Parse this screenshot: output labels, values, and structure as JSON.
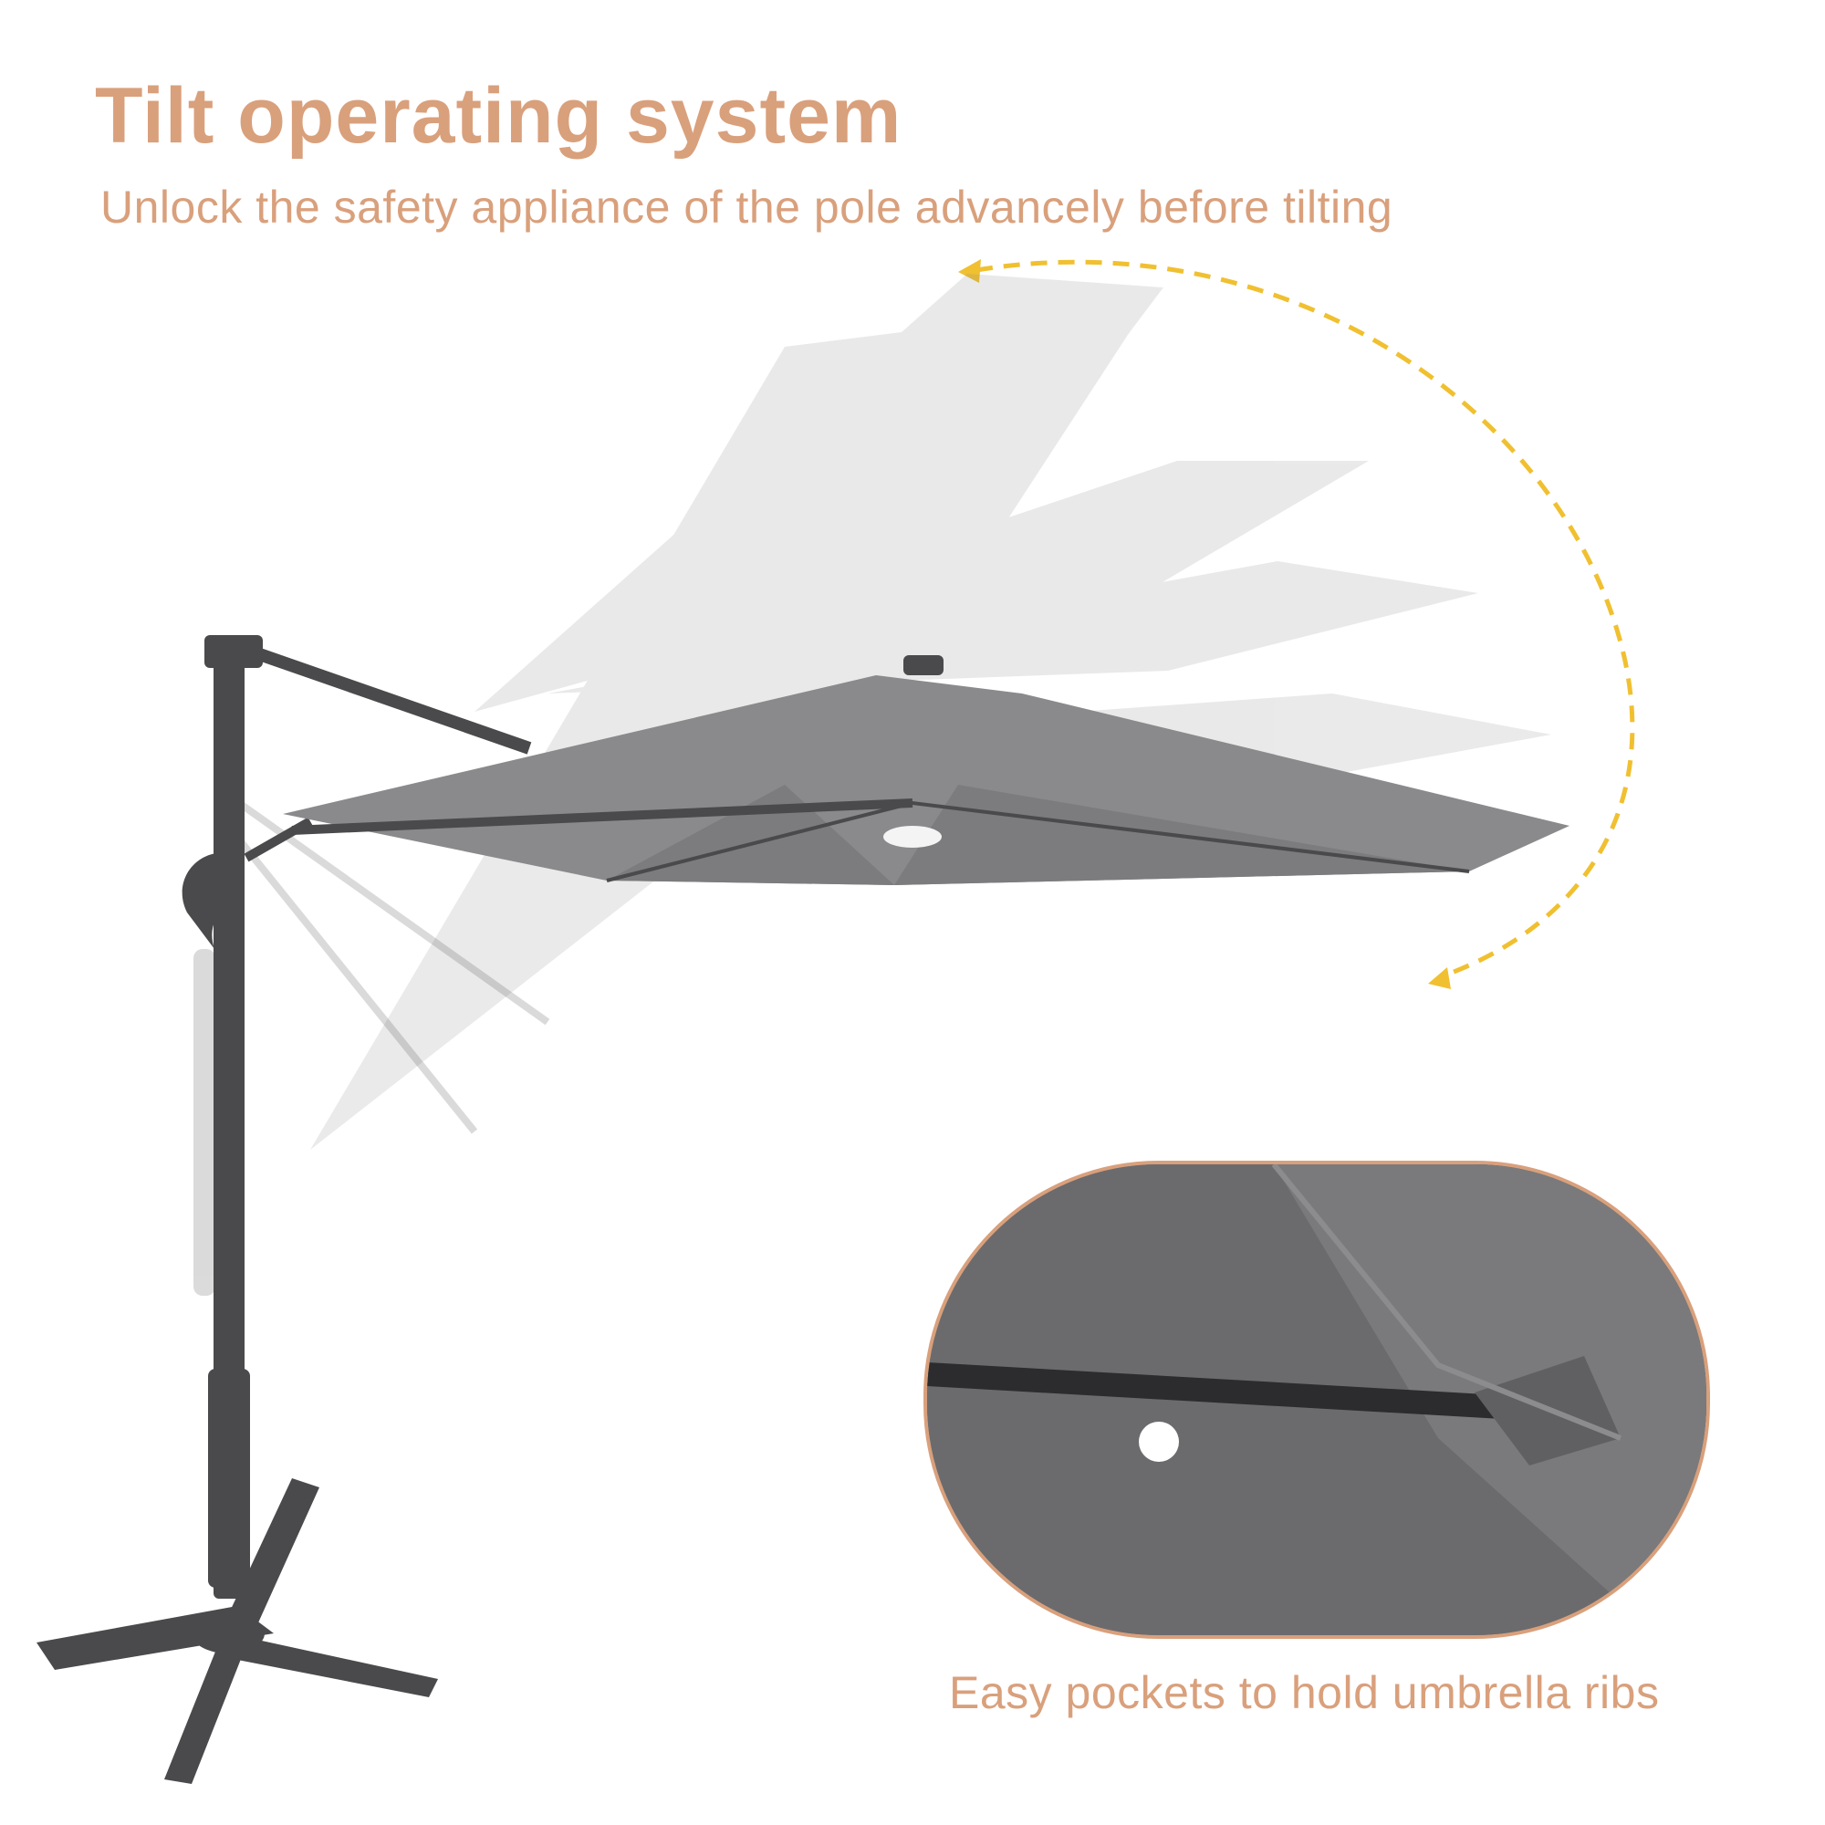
{
  "header": {
    "title": "Tilt operating system",
    "subtitle": "Unlock the safety appliance of the pole advancely before tilting"
  },
  "detail": {
    "caption": "Easy pockets to hold umbrella ribs"
  },
  "colors": {
    "accent": "#d9a07c",
    "arrow": "#f0c030",
    "canopy": "#8a8a8c",
    "frame": "#4a4a4c",
    "background": "#ffffff"
  },
  "icons": {
    "tilt_arrow": "curved-dashed-arrow-icon",
    "led_light": "led-light-icon"
  }
}
